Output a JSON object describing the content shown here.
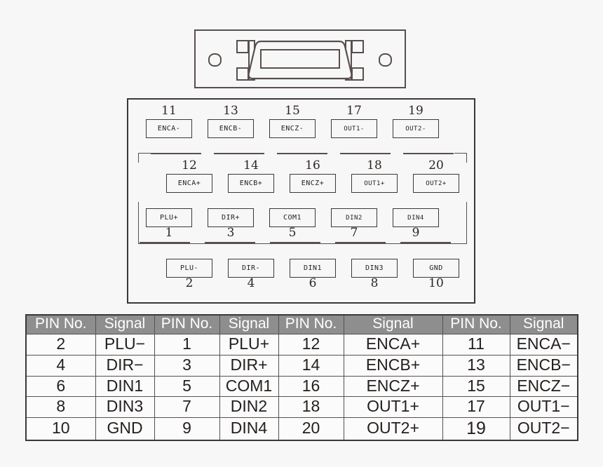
{
  "connector": {
    "name": "d-sub-20-pin-connector-face",
    "screw_left": "screw-hole",
    "screw_right": "screw-hole",
    "latch_left": "latch-bracket",
    "latch_right": "latch-bracket",
    "shell": "dsub-shell"
  },
  "pin_layout": {
    "row_top_numbers": [
      "11",
      "13",
      "15",
      "17",
      "19"
    ],
    "row_top_signals": [
      "ENCA-",
      "ENCB-",
      "ENCZ-",
      "OUT1-",
      "OUT2-"
    ],
    "row_second_numbers": [
      "12",
      "14",
      "16",
      "18",
      "20"
    ],
    "row_second_signals": [
      "ENCA+",
      "ENCB+",
      "ENCZ+",
      "OUT1+",
      "OUT2+"
    ],
    "row_third_signals": [
      "PLU+",
      "DIR+",
      "COM1",
      "DIN2",
      "DIN4"
    ],
    "row_third_numbers": [
      "1",
      "3",
      "5",
      "7",
      "9"
    ],
    "row_fourth_signals": [
      "PLU-",
      "DIR-",
      "DIN1",
      "DIN3",
      "GND"
    ],
    "row_fourth_numbers": [
      "2",
      "4",
      "6",
      "8",
      "10"
    ]
  },
  "table": {
    "headers": [
      "PIN No.",
      "Signal",
      "PIN No.",
      "Signal",
      "PIN No.",
      "Signal",
      "PIN No.",
      "Signal"
    ],
    "rows": [
      [
        "2",
        "PLU−",
        "1",
        "PLU+",
        "12",
        "ENCA+",
        "11",
        "ENCA−"
      ],
      [
        "4",
        "DIR−",
        "3",
        "DIR+",
        "14",
        "ENCB+",
        "13",
        "ENCB−"
      ],
      [
        "6",
        "DIN1",
        "5",
        "COM1",
        "16",
        "ENCZ+",
        "15",
        "ENCZ−"
      ],
      [
        "8",
        "DIN3",
        "7",
        "DIN2",
        "18",
        "OUT1+",
        "17",
        "OUT1−"
      ],
      [
        "10",
        "GND",
        "9",
        "DIN4",
        "20",
        "OUT2+",
        "19",
        "OUT2−"
      ]
    ]
  },
  "colors": {
    "background": "#f7f7f7",
    "line": "#3d3734",
    "header_bg": "#8e8e8e",
    "header_text": "#ffffff",
    "text": "#231f1d"
  }
}
